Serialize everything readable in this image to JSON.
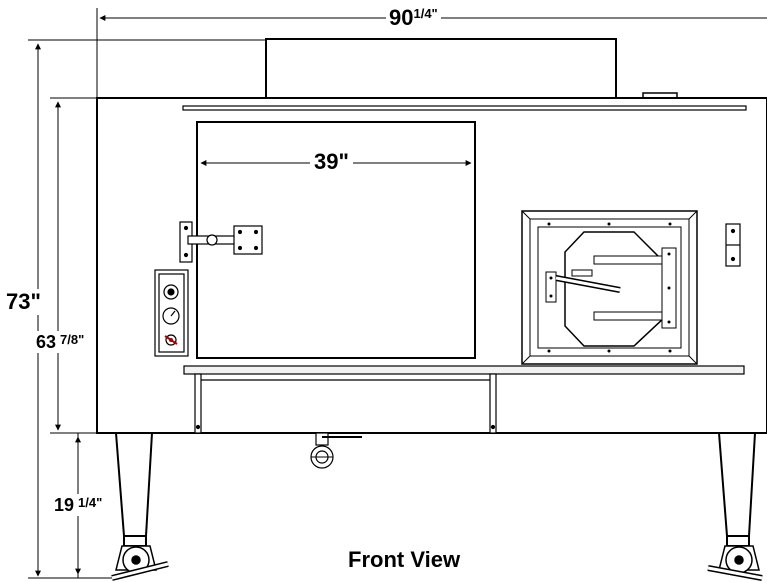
{
  "diagram": {
    "title": "Front View",
    "dimensions": {
      "overall_width": "90",
      "overall_width_fraction": "1/4\"",
      "door_width": "39\"",
      "overall_height": "73\"",
      "body_height": "63",
      "body_height_fraction": "7/8\"",
      "leg_height": "19",
      "leg_height_fraction": "1/4\""
    }
  },
  "colors": {
    "line": "#000000",
    "background": "#ffffff",
    "shelf": "#f2f2f2",
    "accent_red": "#b00000"
  }
}
